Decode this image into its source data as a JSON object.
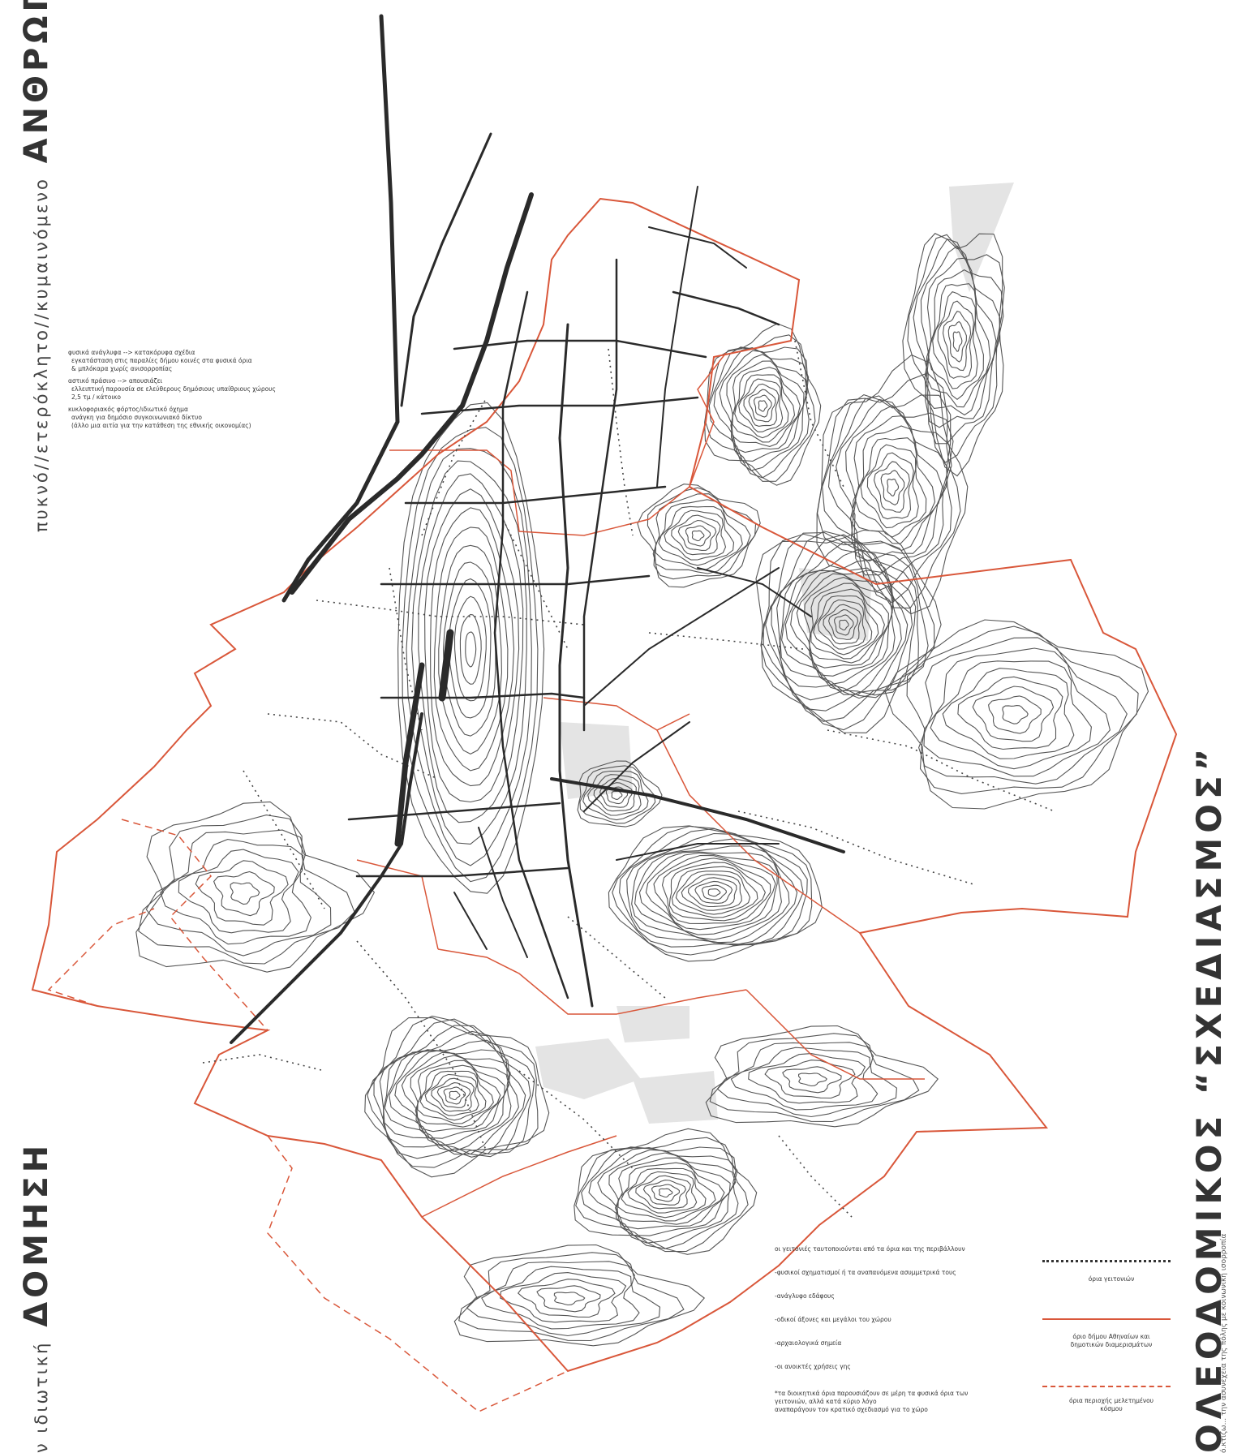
{
  "side_left": {
    "part1_small": "ν ιδιωτική",
    "part1_big": "ΔΟΜΗΣΗ",
    "part2_small": "πυκνό//ετερόκλητο//κυμαινόμενο",
    "part2_big": "ΑΝΘΡΩΠΙΝΟ ΔΥΝΑΜΙΚΟ"
  },
  "side_right": {
    "title": "ΟΛΕΟΔΟΜΙΚΟΣ “ΣΧΕΔΙΑΣΜΟΣ”",
    "note": "ό.κτίζω... την ασυνέχεια της πόλης με κοινωνική ισορροπία"
  },
  "notes_top": [
    {
      "head": "φυσικά ανάγλυφα --> κατακόρυφα σχέδια",
      "lines": [
        "εγκατάσταση στις παραλίες δήμου κοινές στα φυσικά όρια",
        "& μπλόκαρα χωρίς ανισορροπίας"
      ]
    },
    {
      "head": "αστικό πράσινο --> απουσιάζει",
      "lines": [
        "ελλειπτική παρουσία σε ελεύθερους δημόσιους υπαίθριους χώρους",
        "2,5 τμ / κάτοικο"
      ]
    },
    {
      "head": "κυκλοφοριακός φόρτος/ιδιωτικό όχημα",
      "lines": [
        "ανάγκη για δημόσιο συγκοινωνιακό δίκτυο",
        "(άλλο μια αιτία για την κατάθεση της εθνικής οικονομίας)"
      ]
    }
  ],
  "legend": {
    "items": [
      "οι γειτονιές ταυτοποιούνται από τα όρια και της περιβάλλουν",
      "-φυσικοί σχηματισμοί ή τα αναπαυόμενα ασυμμετρικά τους",
      "-ανάγλυφο εδάφους",
      "-οδικοί άξονες και μεγάλοι του χώρου",
      "-αρχαιολογικά σημεία",
      "-οι ανοικτές χρήσεις γης"
    ],
    "footnote": [
      "*τα διοικητικά όρια παρουσιάζουν σε μέρη τα φυσικά όρια των",
      "γειτονιών, αλλά κατά κύριο λόγο",
      "αναπαράγουν τον κρατικό σχεδιασμό για το χώρο"
    ],
    "keys": [
      {
        "style": "dotted",
        "label": [
          "όρια γειτονιών"
        ]
      },
      {
        "style": "solid",
        "label": [
          "όριο δήμου Αθηναίων και",
          "δημοτικών διαμερισμάτων"
        ]
      },
      {
        "style": "dashed",
        "label": [
          "όρια περιοχής μελετημένου",
          "κόσμου"
        ]
      }
    ]
  },
  "colors": {
    "boundary": "#d9573a",
    "roads": "#2a2a2a",
    "contours": "#555555",
    "parks": "#e3e3e3"
  }
}
